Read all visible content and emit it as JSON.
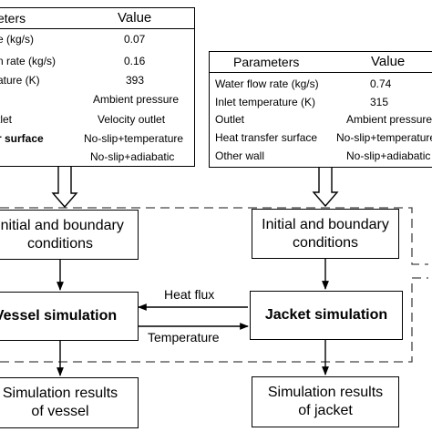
{
  "left_table": {
    "header_param": "eters",
    "header_value": "Value",
    "rows": [
      {
        "param": "e (kg/s)",
        "value": "0.07"
      },
      {
        "param": "n rate (kg/s)",
        "value": "0.16"
      },
      {
        "param": "ature (K)",
        "value": "393"
      },
      {
        "param": "",
        "value": "Ambient pressure"
      },
      {
        "param": "tlet",
        "value": "Velocity outlet"
      },
      {
        "param": "r surface",
        "value": "No-slip+temperature"
      },
      {
        "param": "",
        "value": "No-slip+adiabatic"
      }
    ]
  },
  "right_table": {
    "header_param": "Parameters",
    "header_value": "Value",
    "rows": [
      {
        "param": "Water flow rate (kg/s)",
        "value": "0.74"
      },
      {
        "param": "Inlet temperature (K)",
        "value": "315"
      },
      {
        "param": "Outlet",
        "value": "Ambient pressure"
      },
      {
        "param": "Heat transfer surface",
        "value": "No-slip+temperature"
      },
      {
        "param": "Other wall",
        "value": "No-slip+adiabatic"
      }
    ]
  },
  "boxes": {
    "left_conditions": {
      "line1": "Initial and boundary",
      "line2": "conditions"
    },
    "right_conditions": {
      "line1": "Initial and boundary",
      "line2": "conditions"
    },
    "vessel_sim": "Vessel simulation",
    "jacket_sim": "Jacket simulation",
    "left_results": {
      "line1": "Simulation results",
      "line2": "of vessel"
    },
    "right_results": {
      "line1": "Simulation results",
      "line2": "of jacket"
    }
  },
  "labels": {
    "heat_flux": "Heat flux",
    "temperature": "Temperature"
  }
}
